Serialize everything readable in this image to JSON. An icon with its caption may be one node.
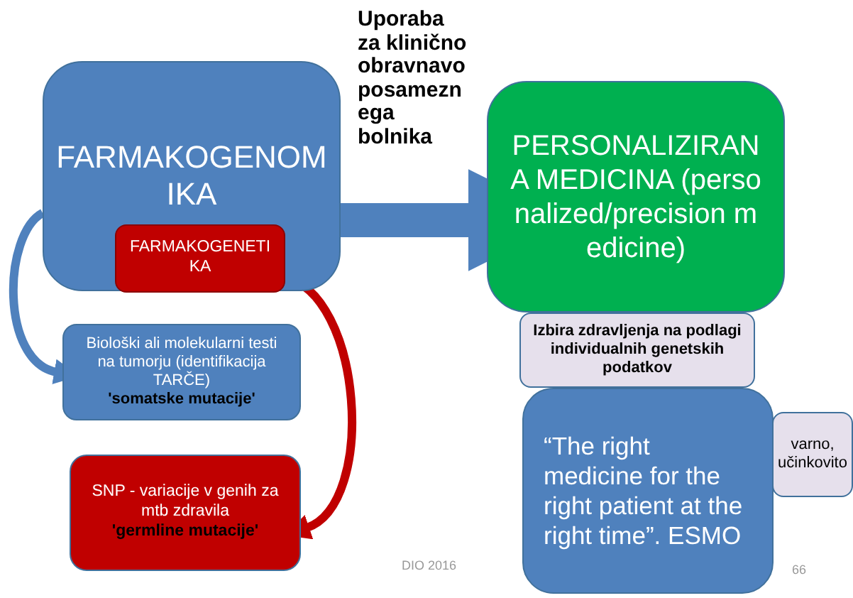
{
  "diagram": {
    "nodes": [
      {
        "text": [
          "FARMAKOGENOMIKA"
        ]
      },
      {
        "text": [
          "FARMAKOGENETIKA"
        ],
        "in": 0
      },
      {
        "text": [
          "Biološki ali molekularni testi na tumorju (identifikacija TARČE) **'somatske mutacije'**"
        ]
      },
      {
        "text": [
          "SNP - variacije v genih za mtb zdravila **'germline mutacije'**"
        ]
      },
      {
        "text": [
          "PERSONALIZIRANA MEDICINA (personalized/precision medicine)"
        ]
      },
      {
        "text": [
          "Izbira zdravljenja na podlagi individualnih genetskih podatkov"
        ]
      },
      {
        "text": [
          "“The right medicine for the right patient at the right time”. ESMO"
        ]
      },
      {
        "text": [
          "varno, učinkovito"
        ]
      }
    ],
    "edges": [
      {
        "from": 0,
        "to": 2,
        "arrow": "to"
      },
      {
        "from": 1,
        "to": 3,
        "arrow": "to",
        "color": "#c00000"
      },
      {
        "from": 0,
        "to": 4,
        "arrow": "to",
        "style": "thick",
        "label": "Uporaba za klinično obravnavo posameznega bolnika"
      }
    ],
    "labels": [
      "DIO 2016",
      "66"
    ]
  }
}
